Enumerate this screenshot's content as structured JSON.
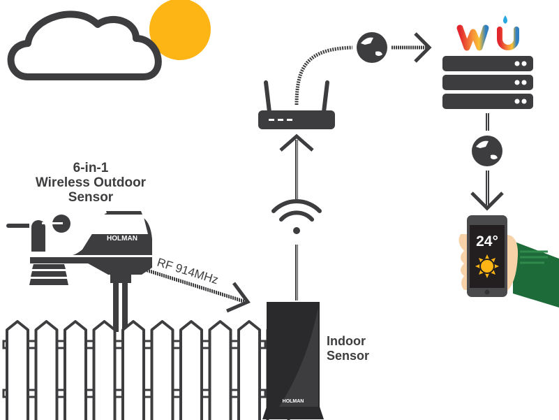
{
  "outdoor_sensor": {
    "label_lines": [
      "6-in-1",
      "Wireless Outdoor",
      "Sensor"
    ],
    "brand": "HOLMAN"
  },
  "rf_link": {
    "label": "RF 914MHz"
  },
  "indoor_sensor": {
    "label_lines": [
      "Indoor",
      "Sensor"
    ],
    "brand": "HOLMAN"
  },
  "phone": {
    "temperature": "24°",
    "weather_icon": "sun-icon"
  },
  "cloud_service": {
    "logo": "WU"
  },
  "colors": {
    "dark": "#3d3d3f",
    "sun": "#fdb515",
    "skin": "#f7d2a8",
    "sleeve": "#1d6b38"
  }
}
